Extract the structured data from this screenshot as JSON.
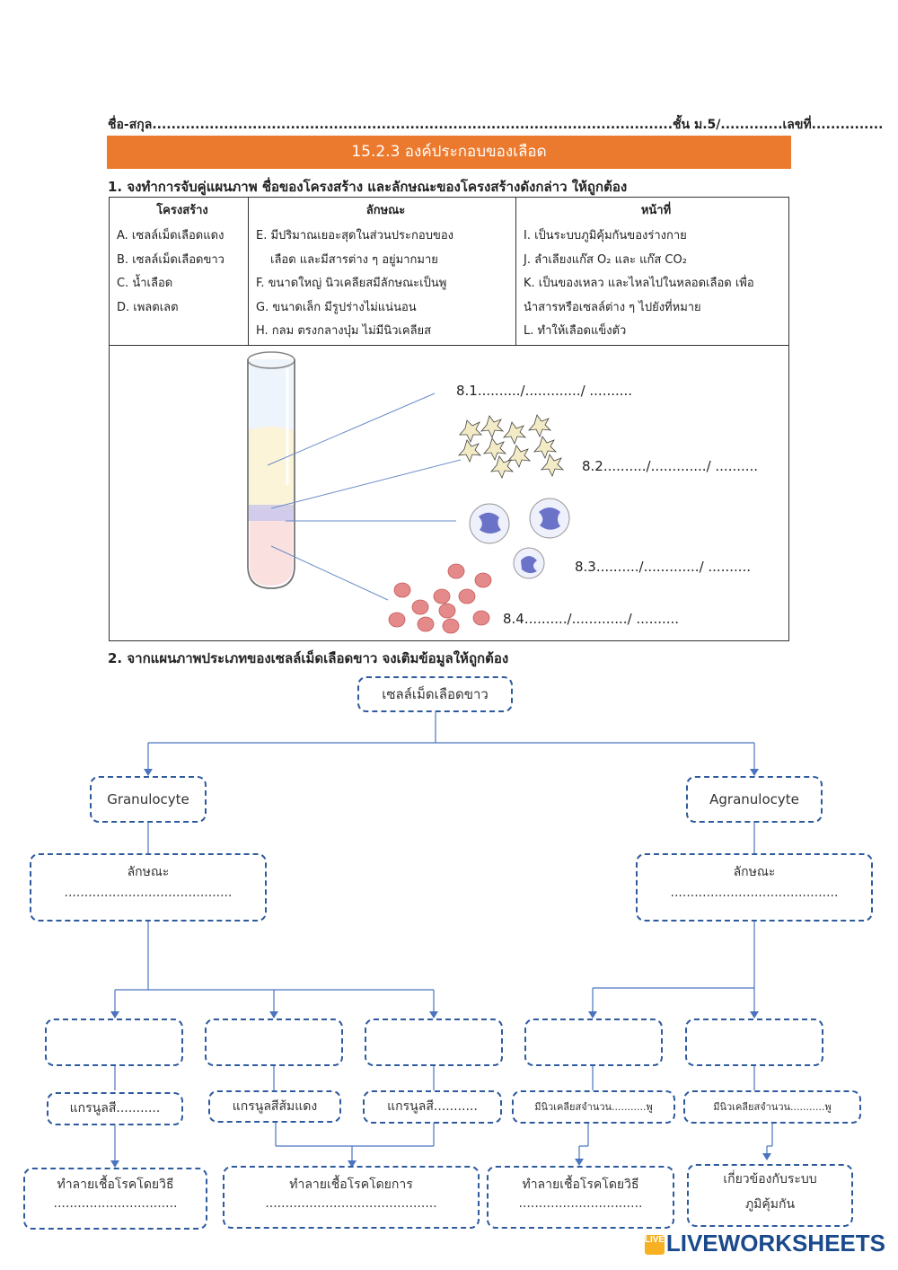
{
  "header": {
    "name_line": "ชื่อ-สกุล.............................................................................................................ชั้น ม.5/.............เลขที่...............",
    "title": "15.2.3 องค์ประกอบของเลือด"
  },
  "question1": {
    "title": "1. จงทำการจับคู่แผนภาพ ชื่อของโครงสร้าง และลักษณะของโครงสร้างดังกล่าว ให้ถูกต้อง",
    "columns": {
      "structure": {
        "header": "โครงสร้าง",
        "items": [
          "A. เซลล์เม็ดเลือดแดง",
          "B. เซลล์เม็ดเลือดขาว",
          "C. น้ำเลือด",
          "D. เพลตเลต"
        ]
      },
      "characteristic": {
        "header": "ลักษณะ",
        "items": [
          "E. มีปริมาณเยอะสุดในส่วนประกอบของ",
          "เลือด และมีสารต่าง ๆ อยู่มากมาย",
          "F. ขนาดใหญ่ นิวเคลียสมีลักษณะเป็นพู",
          "G. ขนาดเล็ก มีรูปร่างไม่แน่นอน",
          "H. กลม ตรงกลางบุ๋ม ไม่มีนิวเคลียส"
        ]
      },
      "function": {
        "header": "หน้าที่",
        "items": [
          "I. เป็นระบบภูมิคุ้มกันของร่างกาย",
          "J. ลำเลียงแก๊ส O₂ และ แก๊ส CO₂",
          "K. เป็นของเหลว และไหลไปในหลอดเลือด เพื่อ",
          "นำสารหรือเซลล์ต่าง ๆ ไปยังที่หมาย",
          "L. ทำให้เลือดแข็งตัว"
        ]
      }
    },
    "answers": [
      "8.1........../............./  ..........",
      "8.2........../............./  ..........",
      "8.3........../............./  ..........",
      "8.4........../............./  .........."
    ]
  },
  "question2": {
    "title": "2. จากแผนภาพประเภทของเซลล์เม็ดเลือดขาว จงเติมข้อมูลให้ถูกต้อง",
    "root": "เซลล์เม็ดเลือดขาว",
    "granulocyte": {
      "label": "Granulocyte",
      "char_label": "ลักษณะ",
      "char_blank": "..........................................",
      "stain1": "แกรนูลสี...........",
      "stain2": "แกรนูลสีส้มแดง",
      "stain3": "แกรนูลสี...........",
      "func1_label": "ทำลายเชื้อโรคโดยวิธี",
      "func1_blank": "...............................",
      "func2_label": "ทำลายเชื้อโรคโดยการ",
      "func2_blank": "..........................................."
    },
    "agranulocyte": {
      "label": "Agranulocyte",
      "char_label": "ลักษณะ",
      "char_blank": "..........................................",
      "nuc1": "มีนิวเคลียสจำนวน...........พู",
      "nuc2": "มีนิวเคลียสจำนวน...........พู",
      "func1_label": "ทำลายเชื้อโรคโดยวิธี",
      "func1_blank": "...............................",
      "func2_label": "เกี่ยวข้องกับระบบ",
      "func2_label2": "ภูมิคุ้มกัน"
    }
  },
  "footer": {
    "brand": "LIVEWORKSHEETS",
    "mark": "LIVE"
  }
}
